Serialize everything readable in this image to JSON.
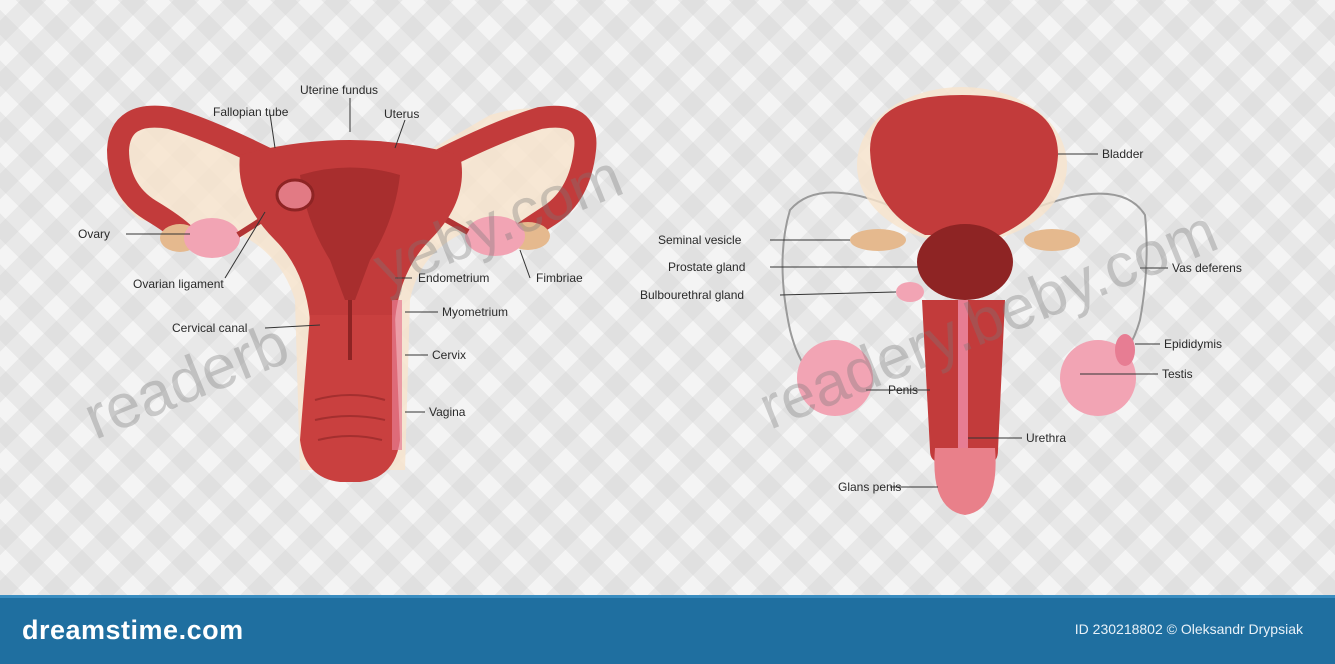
{
  "female": {
    "labels": {
      "uterine_fundus": "Uterine fundus",
      "fallopian_tube": "Fallopian tube",
      "uterus": "Uterus",
      "ovary": "Ovary",
      "ovarian_ligament": "Ovarian ligament",
      "endometrium": "Endometrium",
      "fimbriae": "Fimbriae",
      "cervical_canal": "Cervical canal",
      "myometrium": "Myometrium",
      "cervix": "Cervix",
      "vagina": "Vagina"
    }
  },
  "male": {
    "labels": {
      "bladder": "Bladder",
      "seminal_vesicle": "Seminal vesicle",
      "prostate_gland": "Prostate gland",
      "bulbourethral_gland": "Bulbourethral gland",
      "vas_deferens": "Vas deferens",
      "epididymis": "Epididymis",
      "testis": "Testis",
      "penis": "Penis",
      "urethra": "Urethra",
      "glans_penis": "Glans penis"
    }
  },
  "watermark": {
    "left": "readerb",
    "left2": "yeby.com",
    "right": "readery.beby.com"
  },
  "footer": {
    "brand": "dreamstime.com",
    "credit": "ID 230218802 © Oleksandr Drypsiak"
  },
  "colors": {
    "organ": "#c23b3b",
    "organ_dark": "#8e2424",
    "tissue_light": "#f2a4b4",
    "gland": "#e5b98e",
    "footer": "#1f6fa0"
  }
}
